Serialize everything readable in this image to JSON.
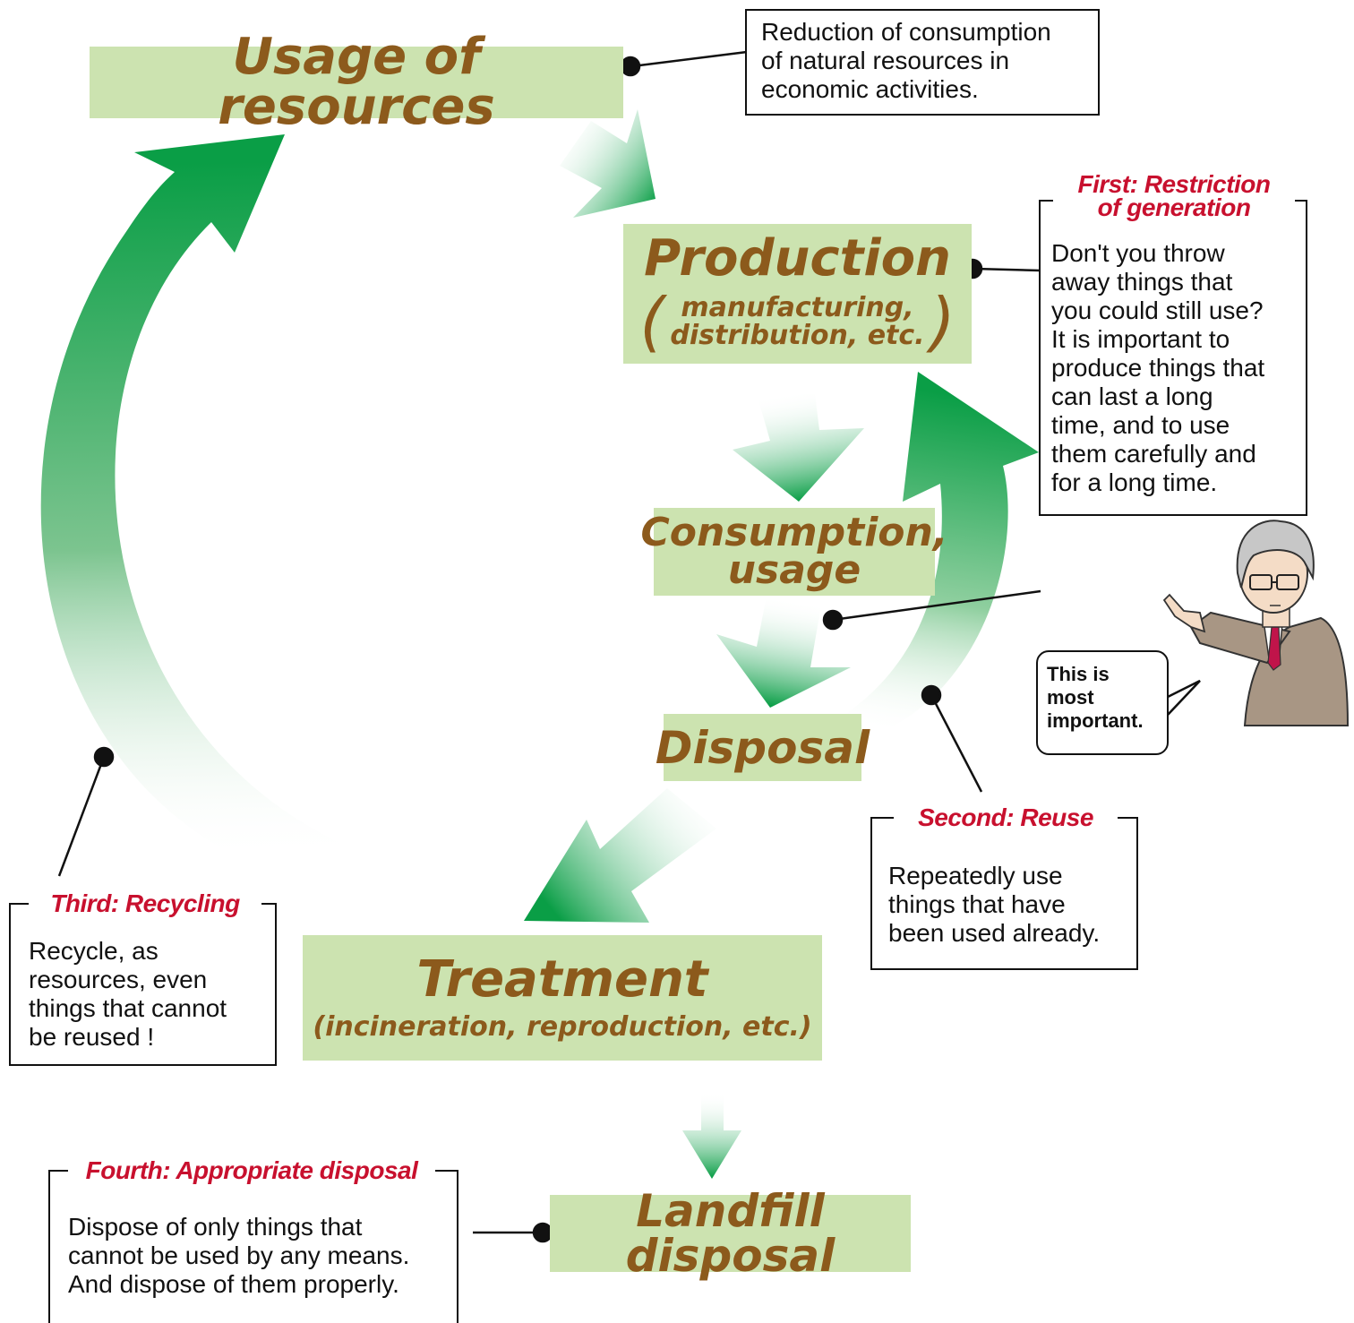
{
  "stages": {
    "usage_of_resources": "Usage of resources",
    "production": "Production",
    "production_sub_1": "manufacturing,",
    "production_sub_2": "distribution, etc.",
    "consumption_1": "Consumption,",
    "consumption_2": "usage",
    "disposal": "Disposal",
    "treatment": "Treatment",
    "treatment_sub": "(incineration, reproduction, etc.)",
    "landfill": "Landfill disposal"
  },
  "notes": {
    "resources": {
      "lines": [
        "Reduction of consumption",
        "of natural resources in",
        "economic activities."
      ]
    },
    "first": {
      "heading_1": "First: Restriction",
      "heading_2": "of generation",
      "lines": [
        "Don't you throw",
        "away things that",
        "you could still use?",
        "It is important to",
        "produce things that",
        "can last a long",
        "time, and to use",
        "them carefully and",
        "for a long time."
      ]
    },
    "second": {
      "heading": "Second: Reuse",
      "lines": [
        "Repeatedly use",
        "things that have",
        "been used already."
      ]
    },
    "third": {
      "heading": "Third: Recycling",
      "lines": [
        "Recycle, as",
        "resources, even",
        "things that cannot",
        "be reused !"
      ]
    },
    "fourth": {
      "heading": "Fourth: Appropriate disposal",
      "lines": [
        "Dispose of only things that",
        "cannot be used by any means.",
        "And dispose of them properly."
      ]
    }
  },
  "speech": {
    "lines": [
      "This is",
      "most",
      "important."
    ]
  },
  "colors": {
    "stage_fill": "#cce3b0",
    "stage_text": "#8c5a1c",
    "heading_red": "#c8102e",
    "arrow_green": "#0a9e46"
  }
}
